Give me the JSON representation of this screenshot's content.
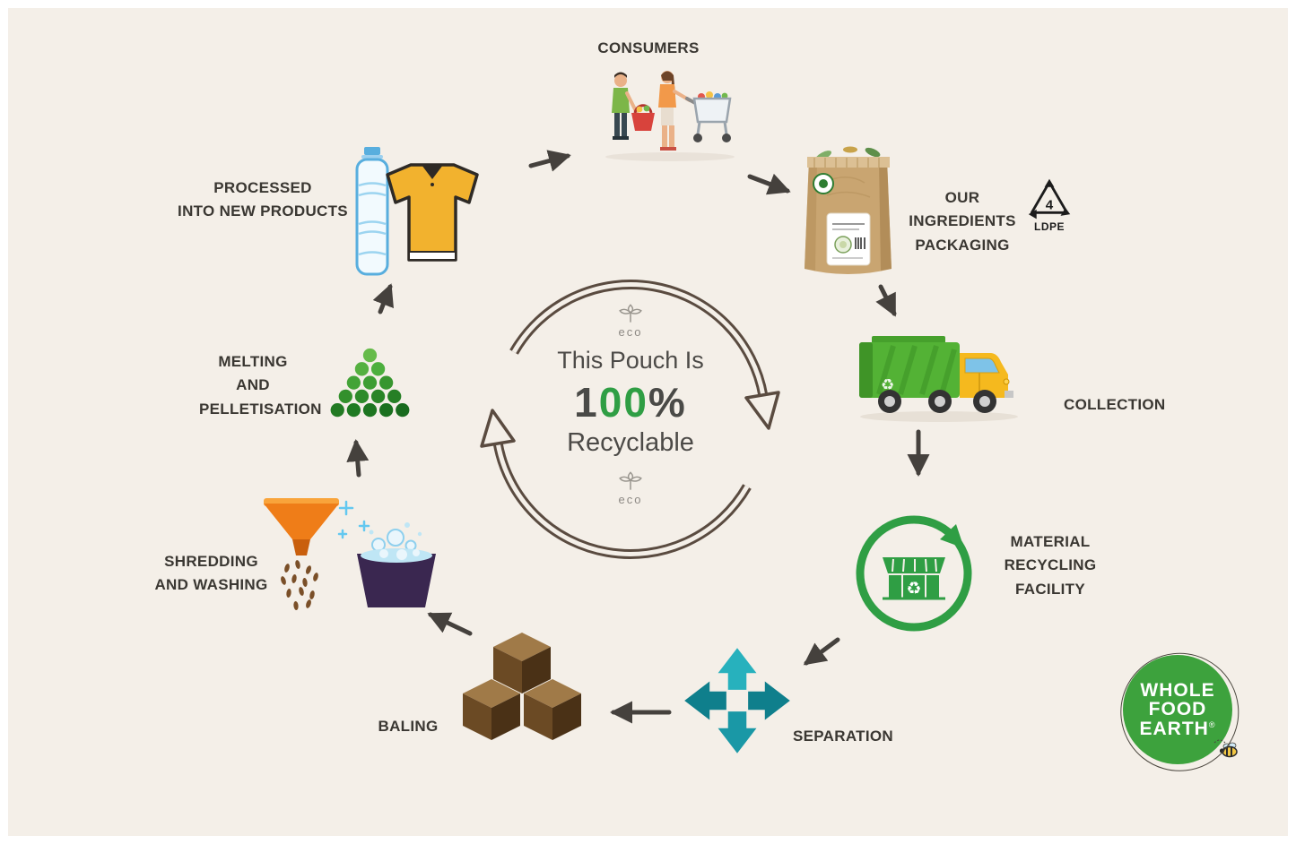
{
  "canvas": {
    "background": "#f4efe8",
    "frame": "#ffffff"
  },
  "stages": {
    "consumers": {
      "label": "CONSUMERS"
    },
    "packaging": {
      "label": "OUR INGREDIENTS\nPACKAGING"
    },
    "collection": {
      "label": "COLLECTION"
    },
    "mrf": {
      "label": "MATERIAL\nRECYCLING\nFACILITY"
    },
    "separation": {
      "label": "SEPARATION"
    },
    "baling": {
      "label": "BALING"
    },
    "shredding": {
      "label": "SHREDDING\nAND WASHING"
    },
    "melting": {
      "label": "MELTING\nAND\nPELLETISATION"
    },
    "processed": {
      "label": "PROCESSED\nINTO NEW PRODUCTS"
    }
  },
  "center": {
    "eco_top": "eco",
    "line1": "This Pouch Is",
    "big_1": "1",
    "big_00": "00",
    "big_pct": "%",
    "line2": "Recyclable",
    "eco_bottom": "eco"
  },
  "ldpe": {
    "number": "4",
    "code": "LDPE"
  },
  "logo": {
    "word1": "WHOLE",
    "word2": "FOOD",
    "word3": "EARTH",
    "reg": "®"
  },
  "icons": {
    "recycle": "♻"
  },
  "colors": {
    "accent_green": "#2f9e44",
    "teal_light": "#27b1bd",
    "teal_dark": "#0f7f8c",
    "arrow": "#45413d",
    "ring": "#5a4b40",
    "kraft": "#c9a571",
    "truck_green": "#53b235",
    "truck_yellow": "#f5b91e"
  }
}
